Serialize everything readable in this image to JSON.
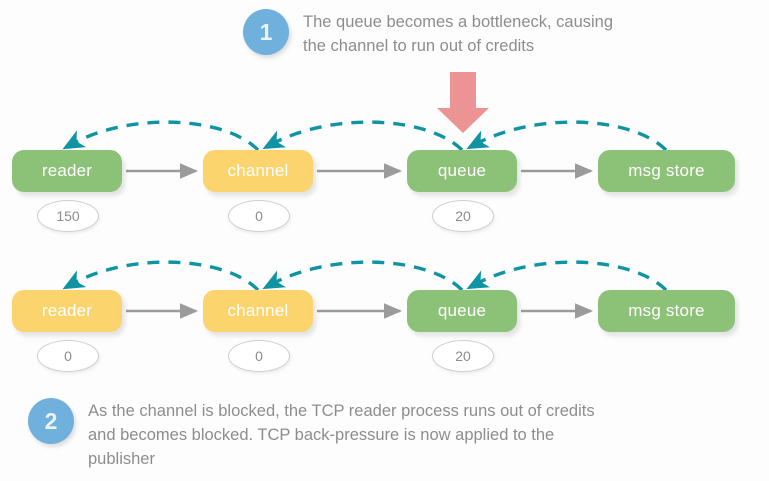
{
  "colors": {
    "background": "#fdfdfd",
    "node_green": "#8cc278",
    "node_yellow": "#fbd46d",
    "badge_blue": "#6fb0dd",
    "credit_arc_teal": "#0f94a4",
    "flow_arrow_gray": "#9b9b9b",
    "alert_arrow_red": "#ec9393",
    "text_gray": "#8d8d8d",
    "node_label_white": "#ffffff"
  },
  "steps": [
    {
      "number": "1",
      "text": "The queue becomes a bottleneck, causing\nthe channel to run out of credits"
    },
    {
      "number": "2",
      "text": "As the channel is blocked, the TCP reader process runs out of credits\nand becomes blocked. TCP back-pressure is now applied to the\npublisher"
    }
  ],
  "rows": [
    {
      "id": "row-1",
      "nodes": [
        {
          "label": "reader",
          "state": "green",
          "credits": "150"
        },
        {
          "label": "channel",
          "state": "yellow",
          "credits": "0"
        },
        {
          "label": "queue",
          "state": "green",
          "credits": "20"
        },
        {
          "label": "msg store",
          "state": "green",
          "credits": null
        }
      ],
      "alert_arrow": {
        "target": "queue",
        "icon": "down-arrow-icon"
      }
    },
    {
      "id": "row-2",
      "nodes": [
        {
          "label": "reader",
          "state": "yellow",
          "credits": "0"
        },
        {
          "label": "channel",
          "state": "yellow",
          "credits": "0"
        },
        {
          "label": "queue",
          "state": "green",
          "credits": "20"
        },
        {
          "label": "msg store",
          "state": "green",
          "credits": null
        }
      ],
      "alert_arrow": null
    }
  ],
  "legend_semantics": {
    "solid_gray_arrow": "message flow (left to right)",
    "dashed_teal_arc": "credit flow (right to left)"
  }
}
